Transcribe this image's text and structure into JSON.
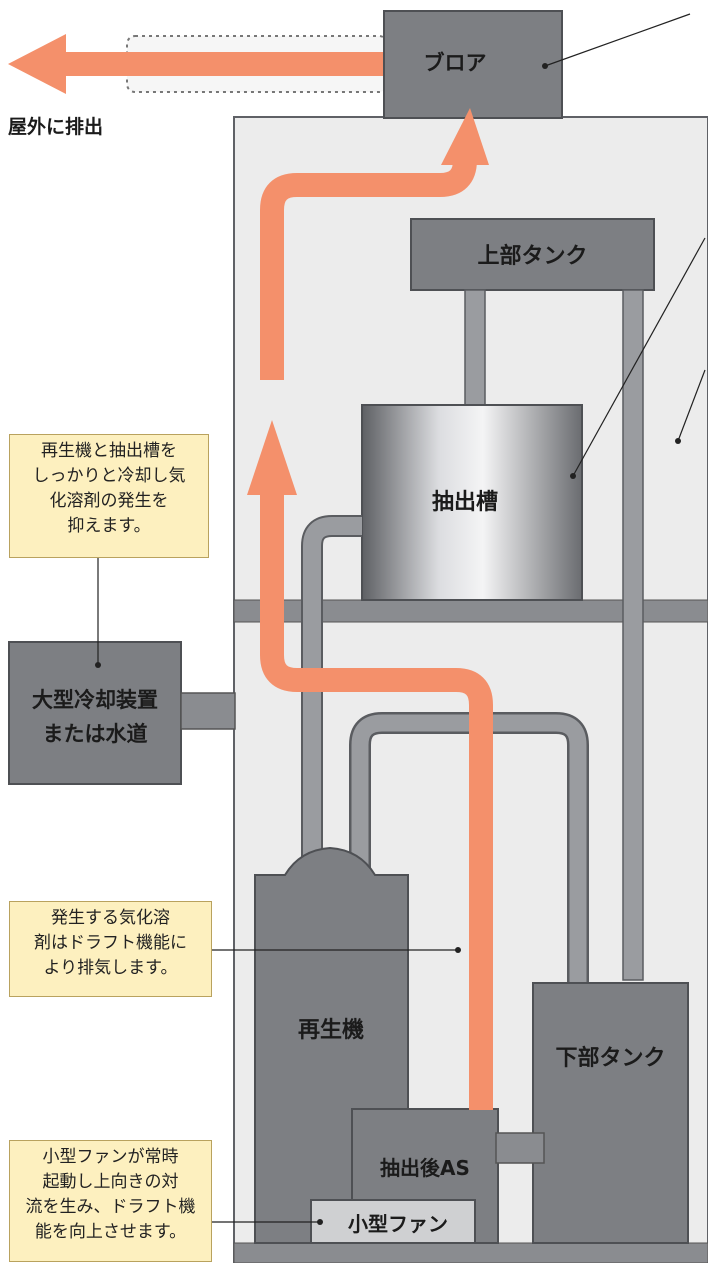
{
  "labels": {
    "blower": "ブロア",
    "exhaust": "屋外に排出",
    "upper_tank": "上部タンク",
    "extraction_tank": "抽出槽",
    "cooling_unit": [
      "大型冷却装置",
      "または水道"
    ],
    "regenerator": "再生機",
    "lower_tank": "下部タンク",
    "post_extraction": "抽出後AS",
    "small_fan": "小型ファン"
  },
  "notes": {
    "cooling": [
      "再生機と抽出槽を",
      "しっかりと冷却し気",
      "化溶剤の発生を",
      "抑えます。"
    ],
    "draft": [
      "発生する気化溶",
      "剤はドラフト機能に",
      "より排気します。"
    ],
    "fan": [
      "小型ファンが常時",
      "起動し上向きの対",
      "流を生み、ドラフト機",
      "能を向上させます。"
    ]
  },
  "colors": {
    "equipment": "#7d7f83",
    "panel": "#ececec",
    "flow_arrow": "#f4906b",
    "note_bg": "#fdf0bf"
  }
}
